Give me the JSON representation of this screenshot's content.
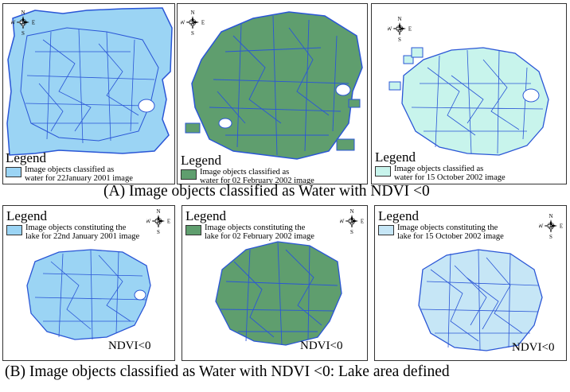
{
  "colors": {
    "water_light": "#9bd4f4",
    "water_green": "#5f9e6e",
    "water_pale": "#c8f4ec",
    "lake_light": "#9bd4f4",
    "lake_green": "#5f9e6e",
    "lake_pale": "#c6e6f6",
    "boundary": "#2a56d6"
  },
  "compass": {
    "n": "N",
    "s": "S",
    "w": "W",
    "e": "E"
  },
  "row_a": {
    "caption": "(A) Image objects classified as Water with NDVI <0",
    "panels": [
      {
        "legend_title": "Legend",
        "legend_text_1": "Image objects classified as",
        "legend_text_2": "water for 22January 2001 image"
      },
      {
        "legend_title": "Legend",
        "legend_text_1": "Image objects classified as",
        "legend_text_2": "water for 02 February 2002 image"
      },
      {
        "legend_title": "Legend",
        "legend_text_1": "Image objects classified as",
        "legend_text_2": "water for 15 October 2002 image"
      }
    ]
  },
  "row_b": {
    "caption": "(B) Image objects classified as Water with NDVI <0: Lake area defined",
    "panels": [
      {
        "legend_title": "Legend",
        "legend_text_1": "Image objects constituting the",
        "legend_text_2": "lake for 22nd  January 2001 image",
        "ndvi_label": "NDVI<0"
      },
      {
        "legend_title": "Legend",
        "legend_text_1": "Image objects constituting the",
        "legend_text_2": "lake for 02 February 2002 image",
        "ndvi_label": "NDVI<0"
      },
      {
        "legend_title": "Legend",
        "legend_text_1": "Image objects constituting the",
        "legend_text_2": "lake for 15 October 2002 image",
        "ndvi_label": "NDVI<0"
      }
    ]
  }
}
